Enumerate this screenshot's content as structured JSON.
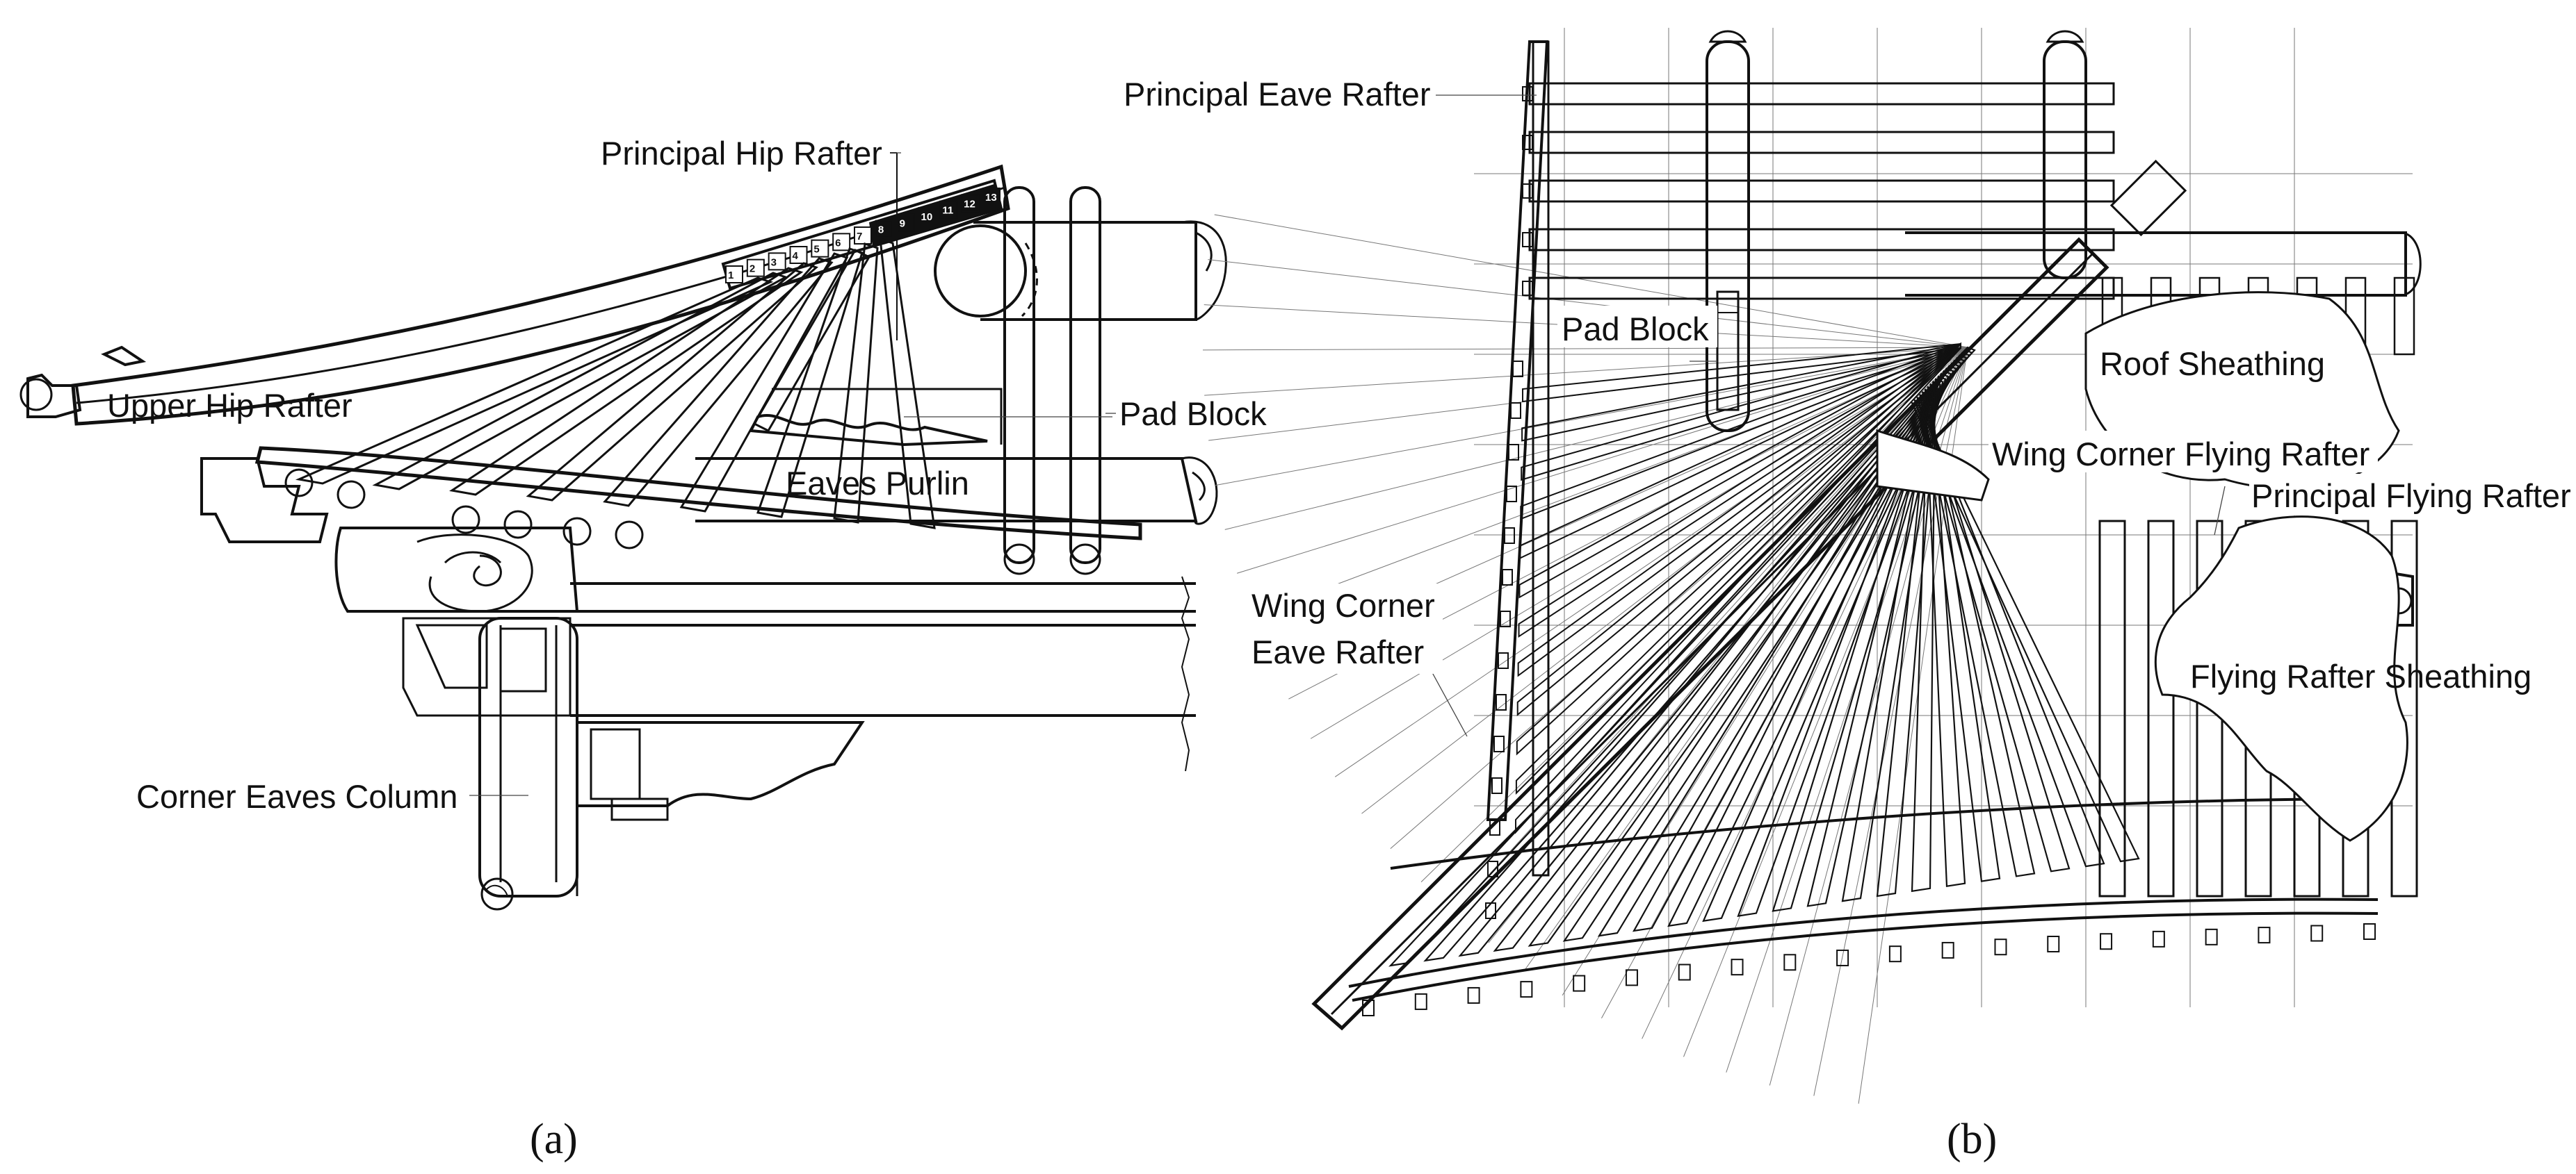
{
  "panel_a": {
    "caption": "(a)",
    "labels": {
      "principal_hip_rafter": "Principal Hip Rafter",
      "upper_hip_rafter": "Upper Hip Rafter",
      "pad_block": "Pad Block",
      "eaves_purlin": "Eaves Purlin",
      "corner_eaves_column": "Corner Eaves Column"
    },
    "rafter_numbers": [
      "1",
      "2",
      "3",
      "4",
      "5",
      "6",
      "7",
      "8",
      "9",
      "10",
      "11",
      "12",
      "13"
    ]
  },
  "panel_b": {
    "caption": "(b)",
    "labels": {
      "principal_eave_rafter": "Principal Eave Rafter",
      "pad_block": "Pad Block",
      "roof_sheathing": "Roof Sheathing",
      "wing_corner_flying_rafter": "Wing Corner Flying Rafter",
      "principal_flying_rafter": "Principal Flying Rafter",
      "wing_corner_eave_rafter_line1": "Wing Corner",
      "wing_corner_eave_rafter_line2": "Eave Rafter",
      "flying_rafter_sheathing": "Flying Rafter Sheathing"
    }
  },
  "colors": {
    "ink": "#111111",
    "background": "#ffffff"
  }
}
